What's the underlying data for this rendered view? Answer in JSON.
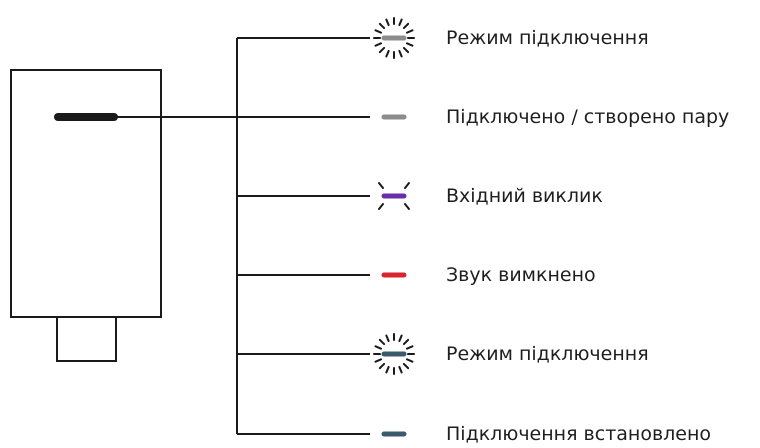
{
  "colors": {
    "outline": "#1a1a1a",
    "device_led": "#1a1a1a"
  },
  "states": [
    {
      "label": "Режим підключення",
      "led_color": "#8c8c8c",
      "led_effect": "blinking",
      "icon": "led-blinking-icon"
    },
    {
      "label": "Підключено / створено пару",
      "led_color": "#8c8c8c",
      "led_effect": "steady",
      "icon": "led-steady-icon"
    },
    {
      "label": "Вхідний виклик",
      "led_color": "#6a2fa8",
      "led_effect": "flashing",
      "icon": "led-flashing-icon"
    },
    {
      "label": "Звук вимкнено",
      "led_color": "#d6262f",
      "led_effect": "steady",
      "icon": "led-steady-icon"
    },
    {
      "label": "Режим підключення",
      "led_color": "#3c5a6e",
      "led_effect": "blinking",
      "icon": "led-blinking-icon"
    },
    {
      "label": "Підключення встановлено",
      "led_color": "#3c5a6e",
      "led_effect": "steady",
      "icon": "led-steady-icon"
    }
  ]
}
